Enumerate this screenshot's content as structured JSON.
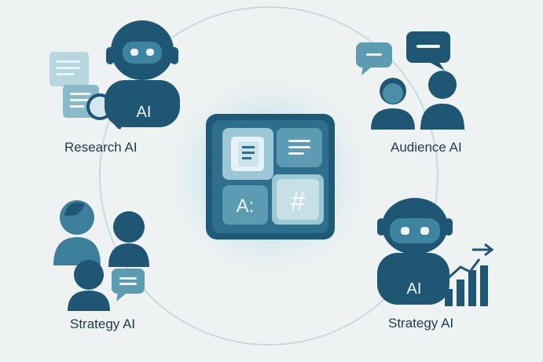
{
  "nodes": [
    {
      "id": "research",
      "label": "Research AI",
      "badge": "AI"
    },
    {
      "id": "audience",
      "label": "Audience AI"
    },
    {
      "id": "strategy-left",
      "label": "Strategy AI"
    },
    {
      "id": "strategy-right",
      "label": "Strategy AI",
      "badge": "AI"
    }
  ],
  "center": {
    "tile_a": "A:",
    "tile_hash": "#"
  },
  "colors": {
    "background": "#eef2f3",
    "dark": "#1e5673",
    "mid": "#4b8ea6",
    "light": "#9fc7d4",
    "pale": "#cfe3ea",
    "glow": "#c9e4ec"
  }
}
